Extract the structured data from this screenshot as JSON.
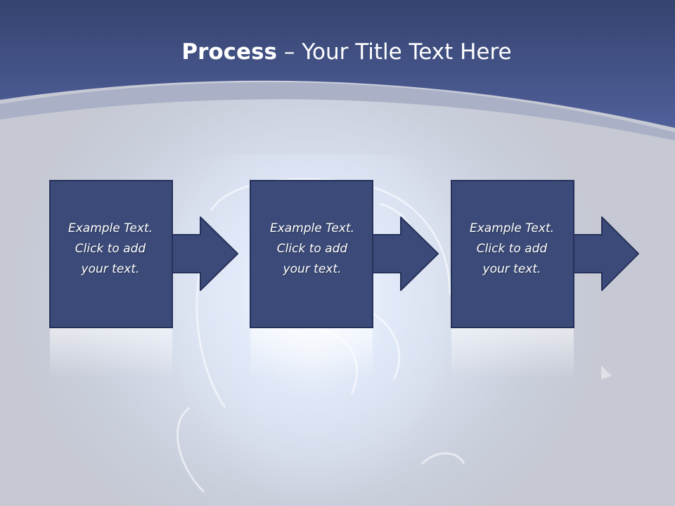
{
  "slide": {
    "title_bold": "Process",
    "title_rest": " – Your Title Text Here"
  },
  "steps": [
    {
      "line1": "Example Text.",
      "line2": "Click  to add",
      "line3": "your text."
    },
    {
      "line1": "Example Text.",
      "line2": "Click  to add",
      "line3": "your text."
    },
    {
      "line1": "Example Text.",
      "line2": "Click  to add",
      "line3": "your text."
    }
  ],
  "colors": {
    "header_top": "#3a4a7a",
    "header_bottom": "#4e5f99",
    "box_fill": "#3b4a78",
    "box_stroke": "#26315a"
  }
}
